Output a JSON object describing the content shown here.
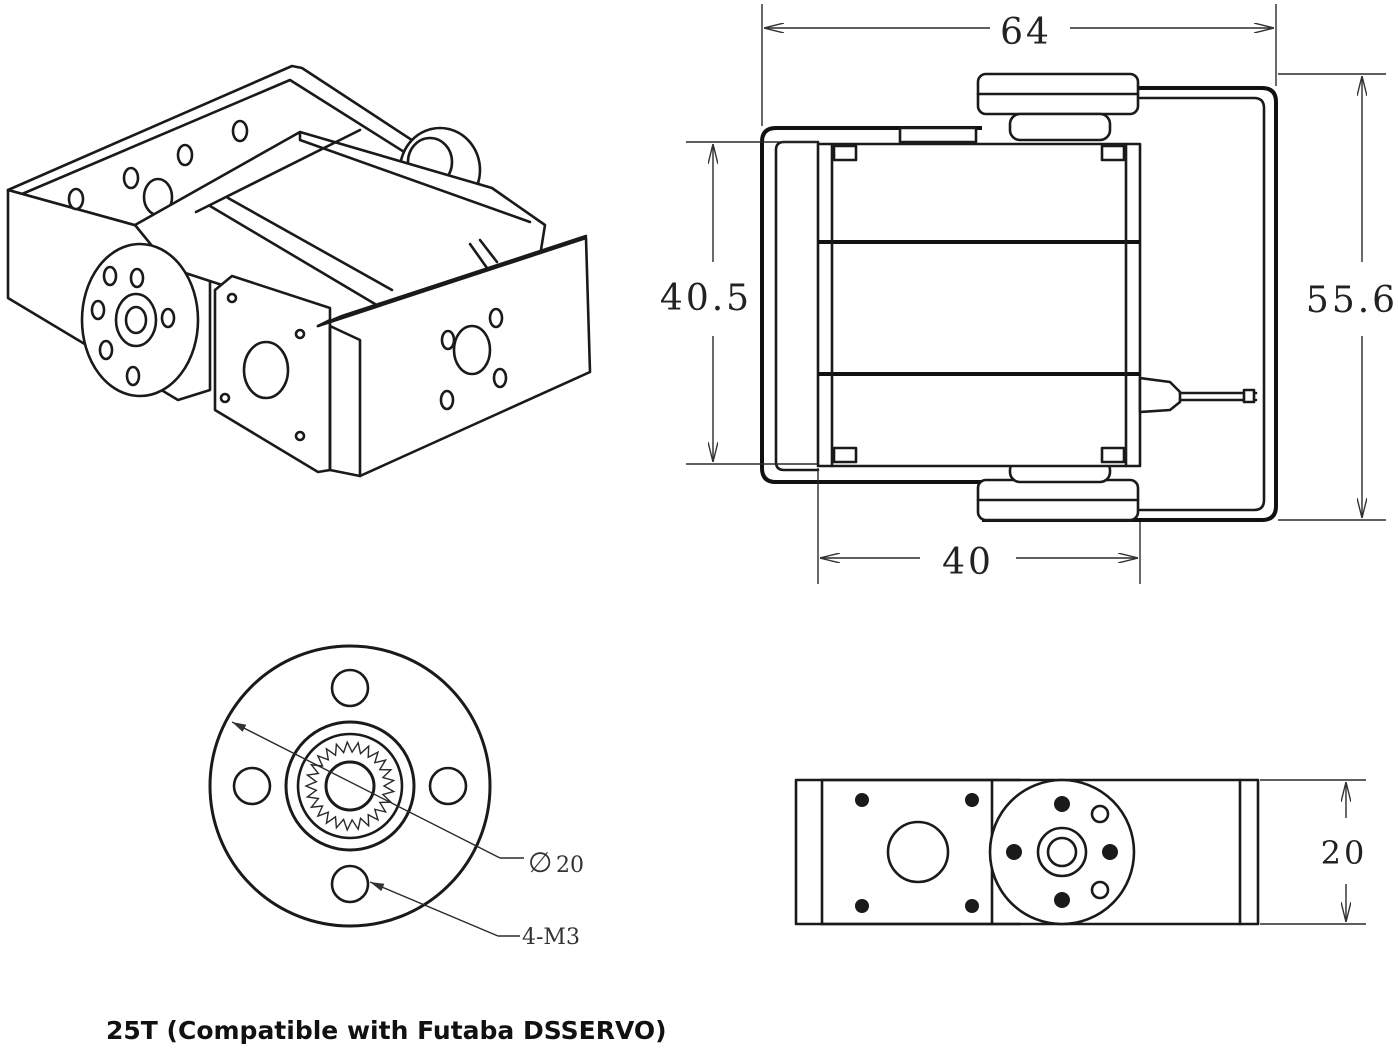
{
  "caption": "25T (Compatible with Futaba DSSERVO)",
  "top_view": {
    "dim_width": "64",
    "dim_height_left": "40.5",
    "dim_height_right": "55.6",
    "dim_body_width": "40"
  },
  "horn_view": {
    "dim_diameter": "20",
    "diameter_symbol": "∅",
    "dim_holes": "4-M3"
  },
  "side_view": {
    "dim_height": "20"
  }
}
